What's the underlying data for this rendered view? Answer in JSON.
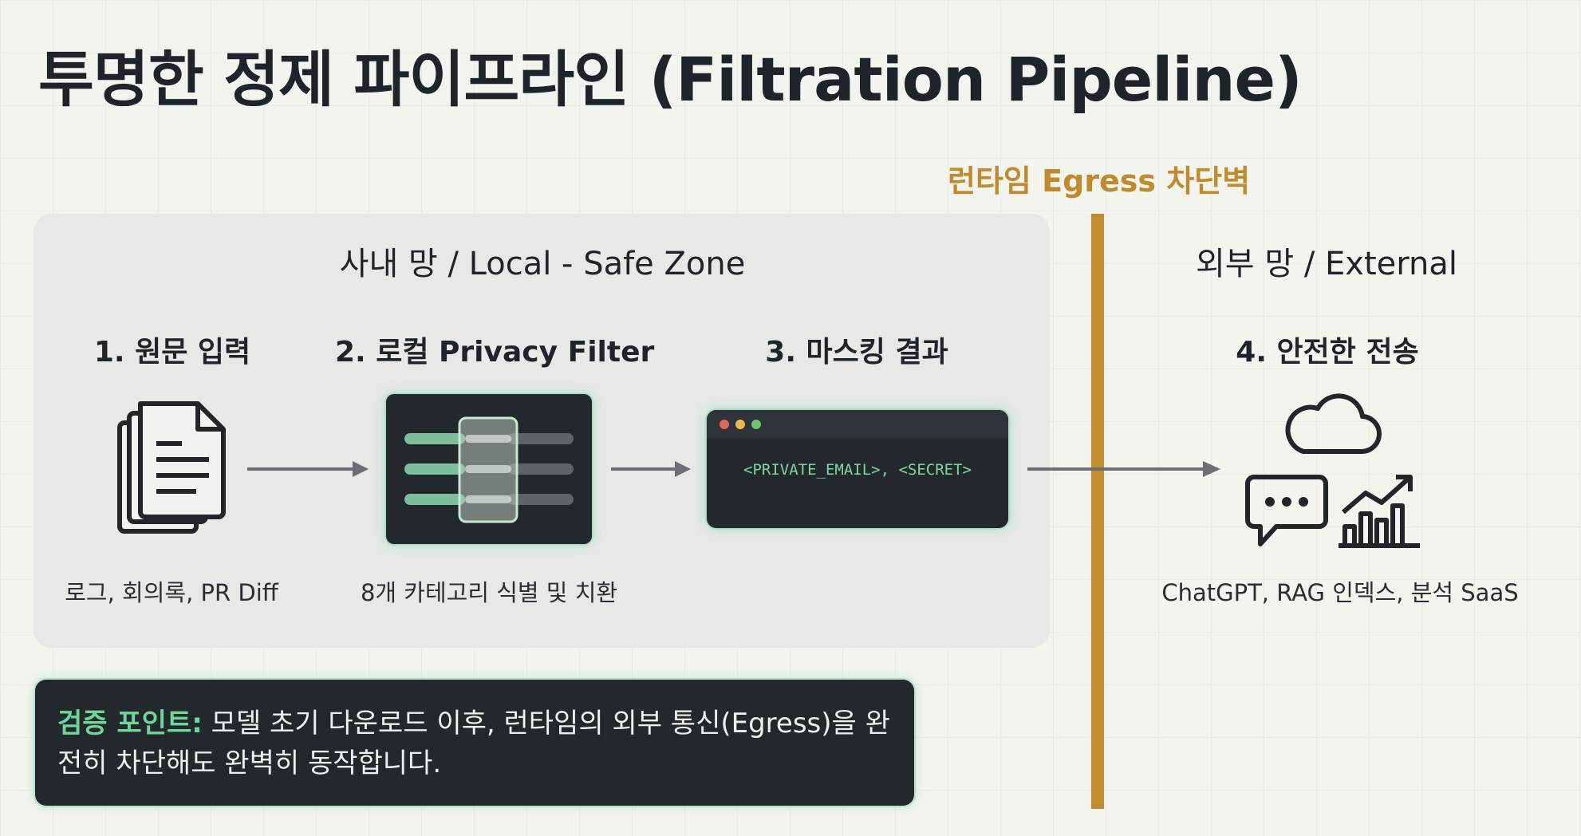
{
  "title": "투명한 정제 파이프라인 (Filtration Pipeline)",
  "egress": {
    "label": "런타임 Egress 차단벽",
    "color": "#c38b2f"
  },
  "local_zone": {
    "title": "사내 망 / Local - Safe Zone"
  },
  "external_zone": {
    "title": "외부 망 / External"
  },
  "steps": [
    {
      "title": "1. 원문 입력",
      "caption": "로그, 회의록, PR Diff",
      "icon": "documents-icon"
    },
    {
      "title": "2. 로컬 Privacy Filter",
      "caption": "8개 카테고리 식별 및 치환",
      "icon": "filter-icon"
    },
    {
      "title": "3. 마스킹 결과",
      "terminal_text": "<PRIVATE_EMAIL>, <SECRET>",
      "icon": "terminal-window"
    },
    {
      "title": "4. 안전한 전송",
      "caption": "ChatGPT, RAG 인덱스, 분석 SaaS",
      "icons": [
        "cloud-icon",
        "chat-bubble-icon",
        "growth-chart-icon"
      ]
    }
  ],
  "note": {
    "label": "검증 포인트:",
    "text": " 모델 초기 다운로드 이후, 런타임의 외부 통신(Egress)을 완전히 차단해도 완벽히 동작합니다."
  },
  "colors": {
    "accent_green": "#6fd69a",
    "dark_panel": "#23282c",
    "wall": "#c38b2f"
  }
}
